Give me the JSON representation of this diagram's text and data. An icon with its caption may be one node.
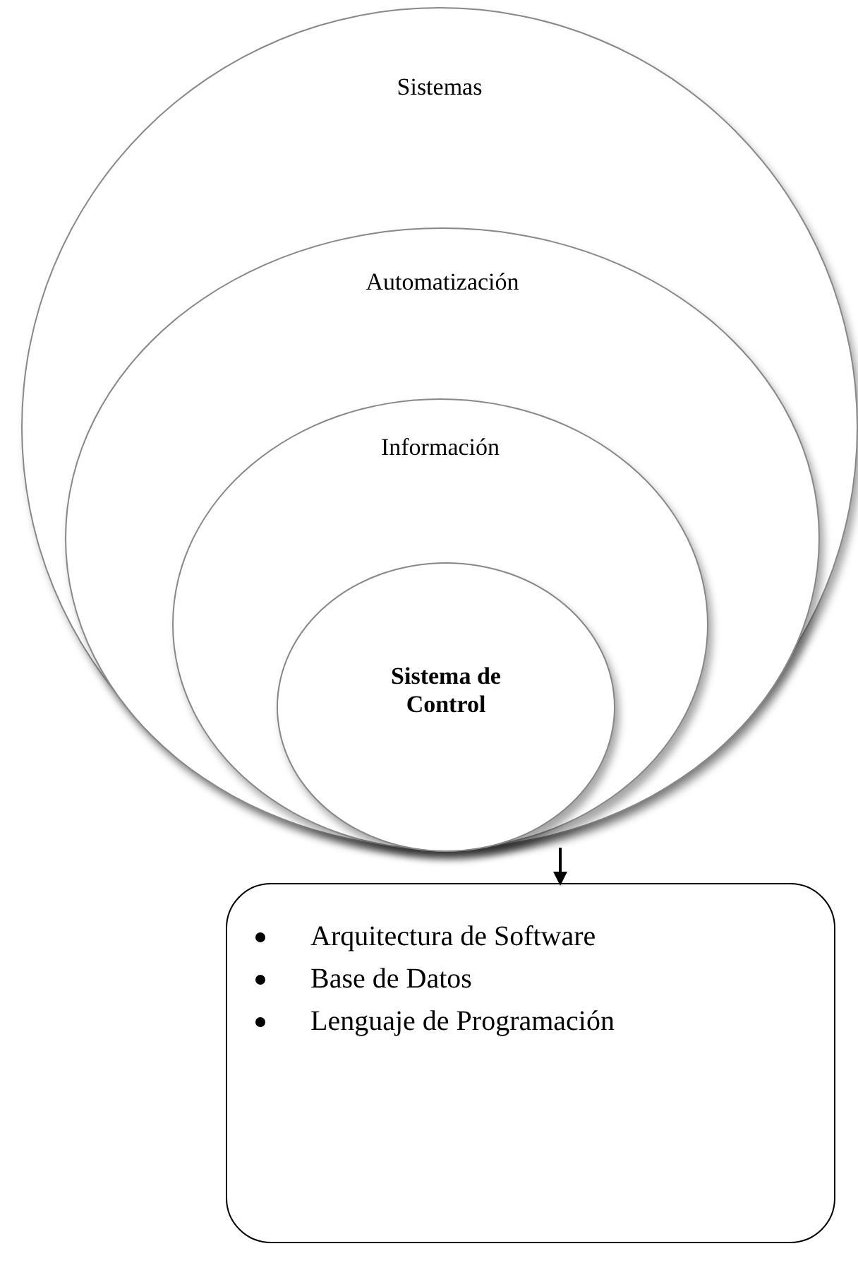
{
  "diagram": {
    "nodes": [
      {
        "text": [
          "Sistemas"
        ]
      },
      {
        "text": [
          "Automatización"
        ],
        "in": 0
      },
      {
        "text": [
          "Información"
        ],
        "in": 1
      },
      {
        "text": [
          "Sistema de Control"
        ],
        "in": 2
      },
      {
        "text": [
          "Arquitectura de Software",
          "Base de Datos",
          "Lenguaje de Programación"
        ]
      }
    ],
    "edges": [
      {
        "from": 0,
        "to": 4,
        "arrow": "to"
      }
    ]
  }
}
